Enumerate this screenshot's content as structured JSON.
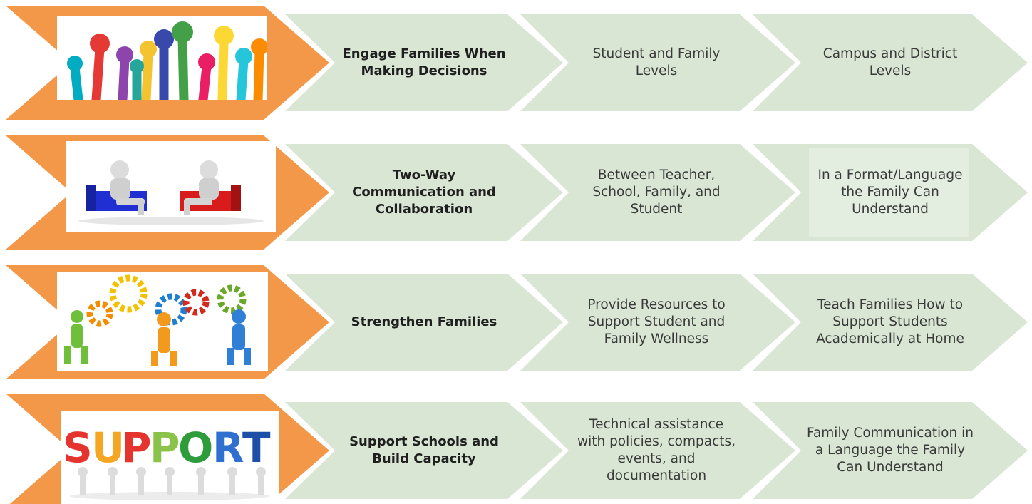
{
  "rows": [
    {
      "image": "raised-hands-icon",
      "title": "Engage Families When Making Decisions",
      "col2": "Student and Family Levels",
      "col3": "Campus and District Levels"
    },
    {
      "image": "two-people-sofas-icon",
      "title": "Two-Way Communication and Collaboration",
      "col2": "Between Teacher, School, Family, and Student",
      "col3": "In a Format/Language the Family Can Understand"
    },
    {
      "image": "people-gears-icon",
      "title": "Strengthen Families",
      "col2": "Provide Resources to Support Student and Family Wellness",
      "col3": "Teach Families How to Support Students Academically at Home"
    },
    {
      "image": "support-letters-icon",
      "title": "Support Schools and Build Capacity",
      "col2": "Technical assistance with policies, compacts, events, and documentation",
      "col3": "Family Communication in a Language the Family Can Understand",
      "pic_word": "SUPPORT"
    }
  ],
  "colors": {
    "orange": "#f39848",
    "chevron": "#d9e6d4",
    "chevron_light": "#e3ede0"
  }
}
